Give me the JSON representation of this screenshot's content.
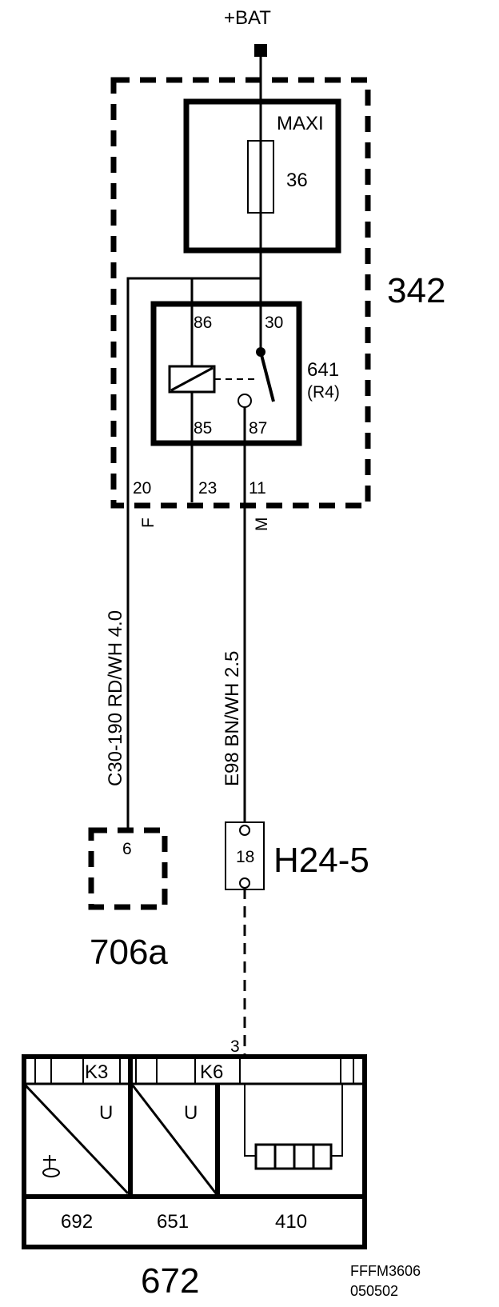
{
  "battery": {
    "label": "+BAT"
  },
  "module_342": {
    "id": "342",
    "fuse": {
      "type": "MAXI",
      "number": "36"
    },
    "relay": {
      "id": "641",
      "ref": "(R4)",
      "pins": {
        "p86": "86",
        "p30": "30",
        "p85": "85",
        "p87": "87"
      }
    },
    "connector_pins": {
      "p20": "20",
      "p23": "23",
      "p11": "11"
    }
  },
  "ground_codes": {
    "left": "F",
    "right": "M"
  },
  "wires": {
    "left": "C30-190 RD/WH 4.0",
    "right": "E98  BN/WH 2.5"
  },
  "component_706a": {
    "id": "706a",
    "pin": "6"
  },
  "connector_h24_5": {
    "id": "H24-5",
    "pin": "18"
  },
  "module_672": {
    "id": "672",
    "pin": "3",
    "sections": [
      {
        "code": "K3",
        "symbol": "U",
        "number": "692"
      },
      {
        "code": "K6",
        "symbol": "U",
        "number": "651"
      },
      {
        "code": "",
        "symbol": "",
        "number": "410"
      }
    ]
  },
  "footer": {
    "doc_code": "FFFM3606",
    "doc_date": "050502"
  }
}
